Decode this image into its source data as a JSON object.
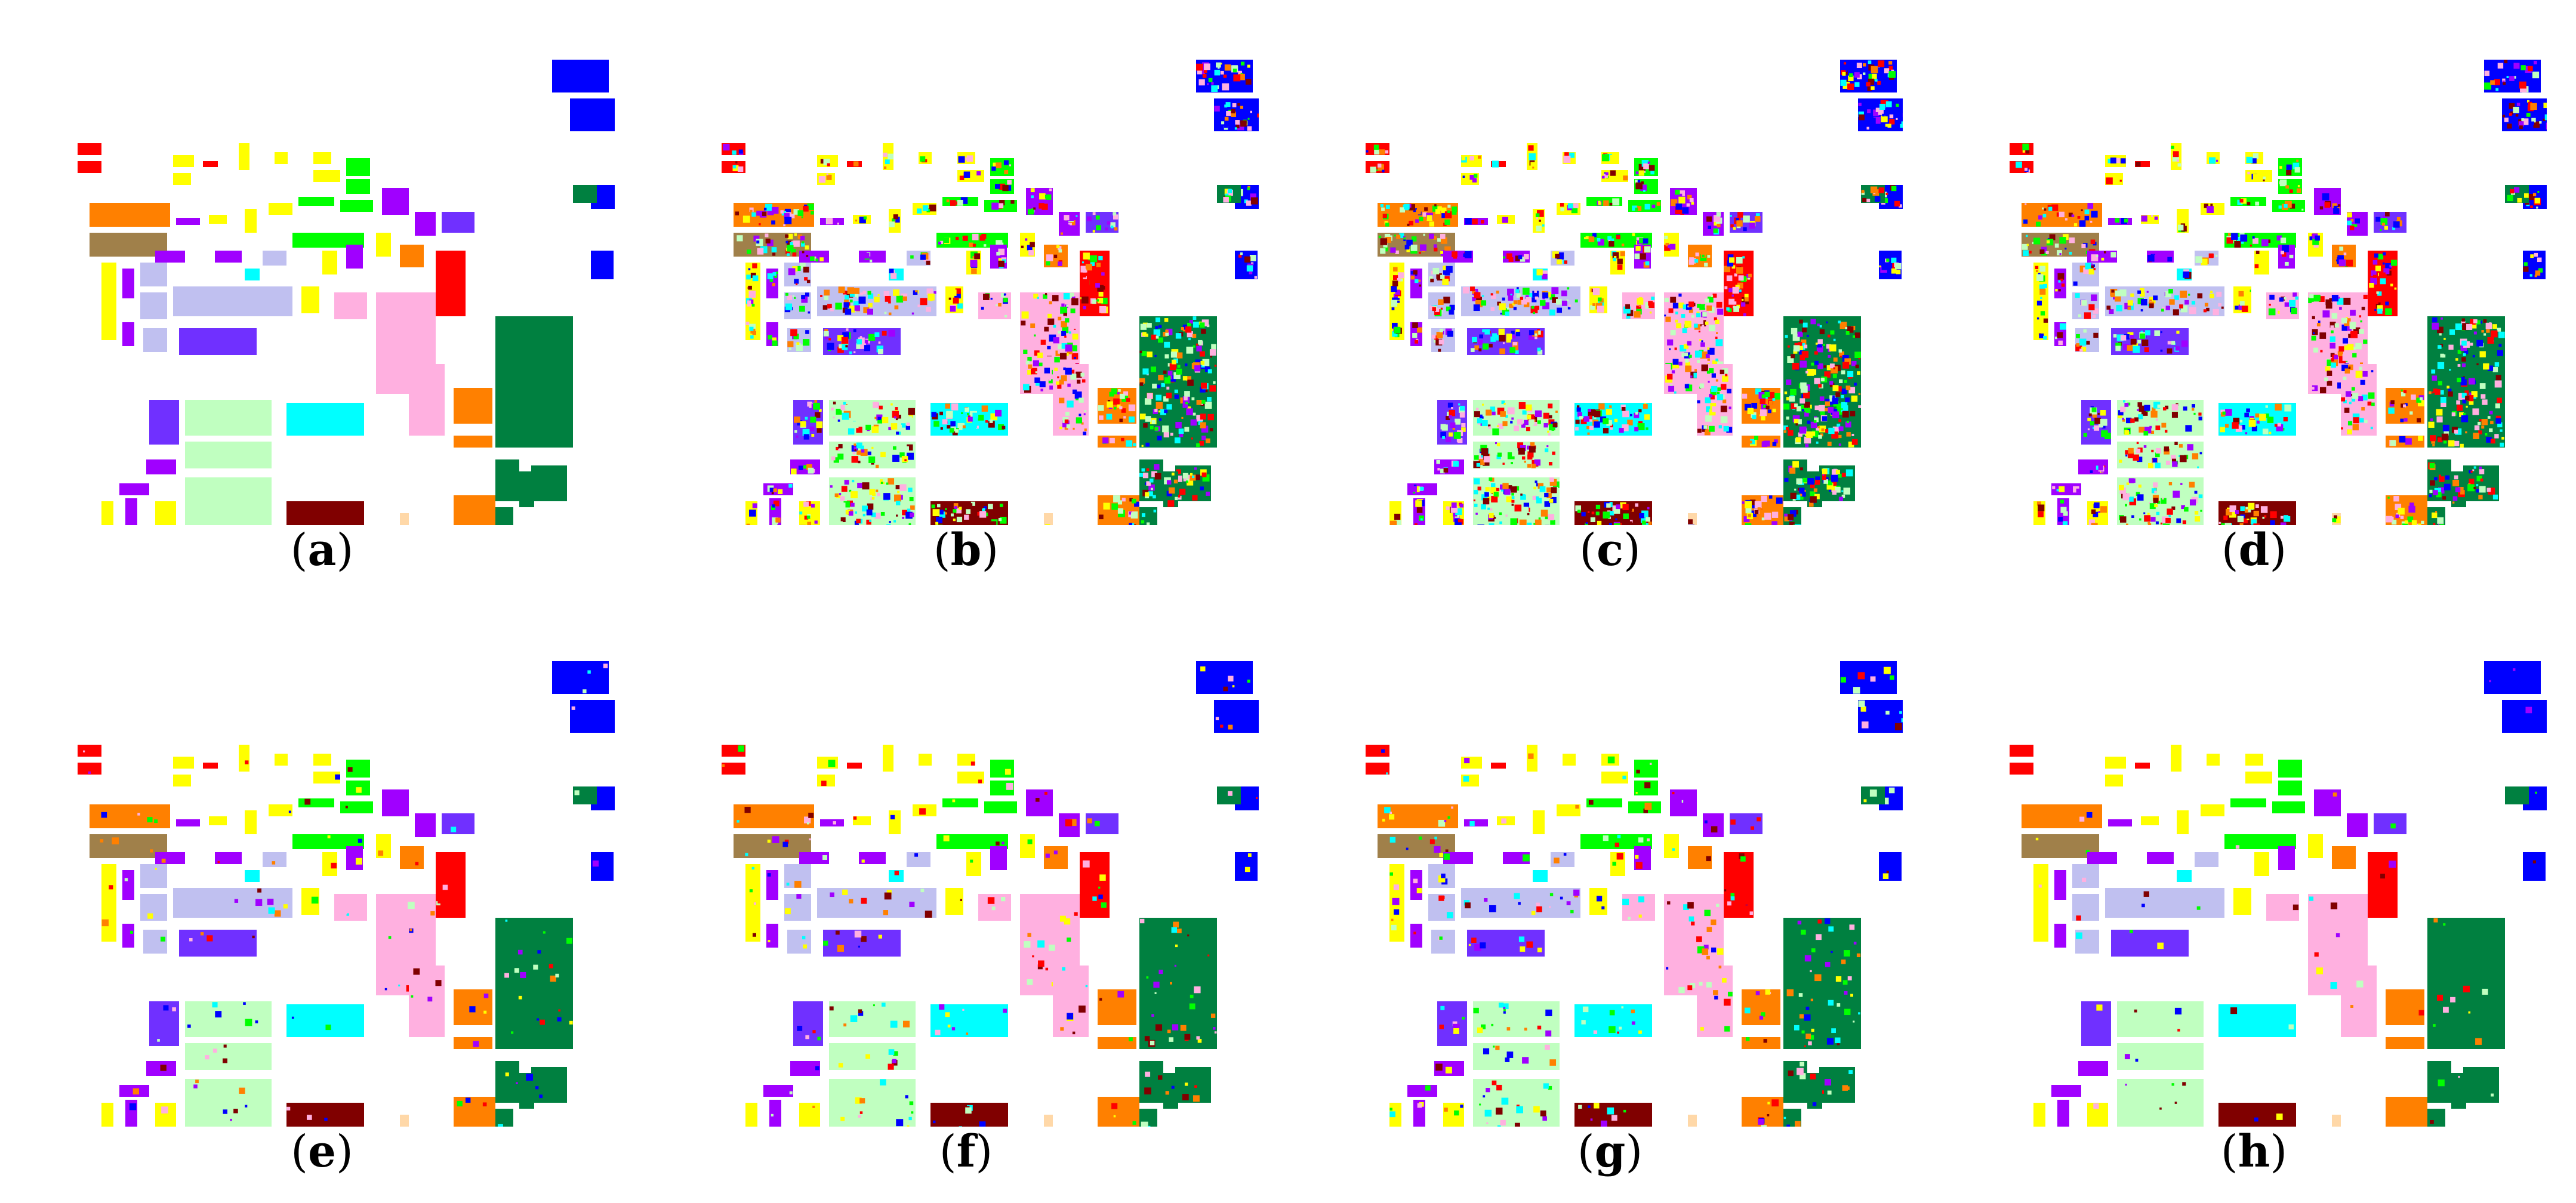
{
  "figure": {
    "panels": [
      {
        "id": "a",
        "label_open": "(",
        "label_letter": "a",
        "label_close": ")",
        "noise": 0.0
      },
      {
        "id": "b",
        "label_open": "(",
        "label_letter": "b",
        "label_close": ")",
        "noise": 0.55
      },
      {
        "id": "c",
        "label_open": "(",
        "label_letter": "c",
        "label_close": ")",
        "noise": 0.65
      },
      {
        "id": "d",
        "label_open": "(",
        "label_letter": "d",
        "label_close": ")",
        "noise": 0.5
      },
      {
        "id": "e",
        "label_open": "(",
        "label_letter": "e",
        "label_close": ")",
        "noise": 0.06
      },
      {
        "id": "f",
        "label_open": "(",
        "label_letter": "f",
        "label_close": ")",
        "noise": 0.1
      },
      {
        "id": "g",
        "label_open": "(",
        "label_letter": "g",
        "label_close": ")",
        "noise": 0.14
      },
      {
        "id": "h",
        "label_open": "(",
        "label_letter": "h",
        "label_close": ")",
        "noise": 0.03
      }
    ],
    "class_colors": {
      "red": "#ff0000",
      "orange": "#ff8000",
      "brown": "#a0804a",
      "yellow": "#ffff00",
      "purple": "#a000ff",
      "violet": "#7030ff",
      "lavender": "#c0c0f0",
      "cyan": "#00ffff",
      "green": "#00ff00",
      "lightgreen": "#c0ffc0",
      "pink": "#ffb0e0",
      "maroon": "#800000",
      "darkgreen": "#008040",
      "blue": "#0000ff",
      "peach": "#ffd8a8"
    }
  }
}
